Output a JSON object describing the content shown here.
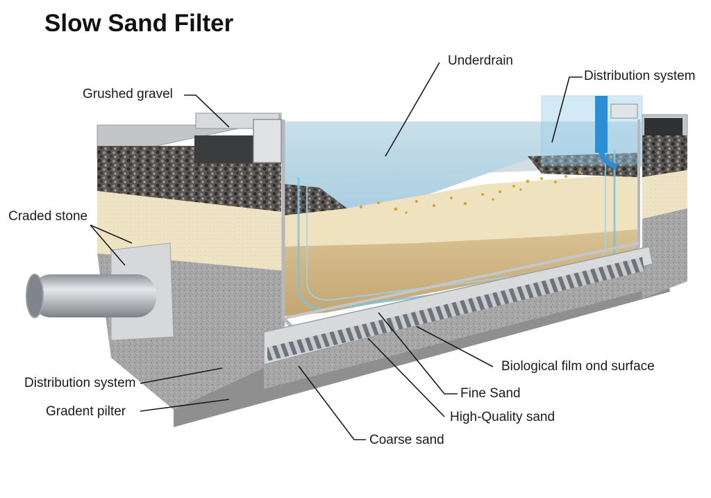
{
  "title": "Slow Sand Filter",
  "labels": {
    "underdrain": "Underdrain",
    "distribution_top": "Distribution system",
    "crushed_gravel": "Grushed gravel",
    "graded_stone": "Craded stone",
    "distribution_left": "Distribution system",
    "gradient_filter": "Gradent pilter",
    "biological_film": "Biological film ond surface",
    "fine_sand": "Fine Sand",
    "high_quality_sand": "High-Quality sand",
    "coarse_sand": "Coarse sand"
  },
  "colors": {
    "concrete": "#a9a9a9",
    "gravel": "#5b5855",
    "stone_layer": "#eee4c4",
    "sand": "#ccb07e",
    "water": "#a9cfe0",
    "pipe": "#bfc4c8",
    "inflow_blue": "#2c8fd6"
  }
}
